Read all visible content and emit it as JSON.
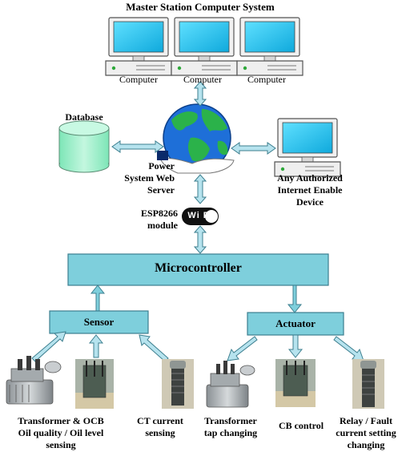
{
  "title": "Master Station Computer System",
  "computers": [
    "Computer",
    "Computer",
    "Computer"
  ],
  "database": "Database",
  "web_server": [
    "Power",
    "System Web",
    "Server"
  ],
  "remote_device": [
    "Any Authorized",
    "Internet Enable",
    "Device"
  ],
  "esp_module": [
    "ESP8266",
    "module"
  ],
  "wifi_badge": "Wi Fi",
  "microcontroller": "Microcontroller",
  "sensor": "Sensor",
  "actuator": "Actuator",
  "devices": [
    {
      "lines": [
        "Transformer & OCB",
        "Oil quality / Oil level",
        "sensing"
      ]
    },
    {
      "lines": [
        "CT current",
        "sensing"
      ]
    },
    {
      "lines": [
        "Transformer",
        "tap changing"
      ]
    },
    {
      "lines": [
        "CB control"
      ]
    },
    {
      "lines": [
        "Relay / Fault",
        "current setting",
        "changing"
      ]
    }
  ],
  "colors": {
    "box_fill": "#7ecfdc",
    "arrow_fill": "#b6e3ee",
    "stroke": "#3d7f8f",
    "screen": "#19c3ef",
    "db": "#9ff0c9"
  }
}
